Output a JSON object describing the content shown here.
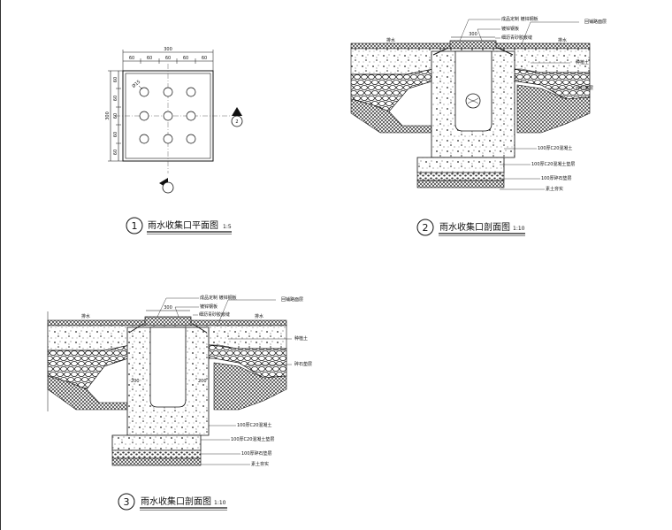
{
  "plan": {
    "overall_width": "300",
    "overall_height": "300",
    "h_segments": [
      "60",
      "60",
      "60",
      "60",
      "60"
    ],
    "v_segments": [
      "60",
      "60",
      "60",
      "60",
      "60"
    ],
    "hole_label": "Ø15",
    "section_marker": "2",
    "title_number": "1",
    "title": "雨水收集口平面图",
    "scale": "1:5"
  },
  "section2": {
    "top_dim": "300",
    "callouts": [
      "成品定制 镀锌钢板",
      "镀锌钢板",
      "细沥青砂胶嵌缝",
      "回铺路面层",
      "种植土",
      "碎石垫层",
      "100厚C20混凝土",
      "100厚C20混凝土垫层",
      "100厚碎石垫层",
      "素土夯实"
    ],
    "slope_left": "排水",
    "slope_right": "排水",
    "title_number": "2",
    "title": "雨水收集口剖面图",
    "scale": "1:10"
  },
  "section3": {
    "top_dim": "300",
    "callouts": [
      "成品定制 镀锌钢板",
      "镀锌钢板",
      "细沥青砂胶嵌缝",
      "回铺路面层",
      "种植土",
      "碎石垫层",
      "100厚C20混凝土",
      "100厚C20混凝土垫层",
      "100厚碎石垫层",
      "素土夯实"
    ],
    "slope_left": "排水",
    "slope_right": "排水",
    "side_left": "200",
    "side_right": "200",
    "title_number": "3",
    "title": "雨水收集口剖面图",
    "scale": "1:10"
  }
}
